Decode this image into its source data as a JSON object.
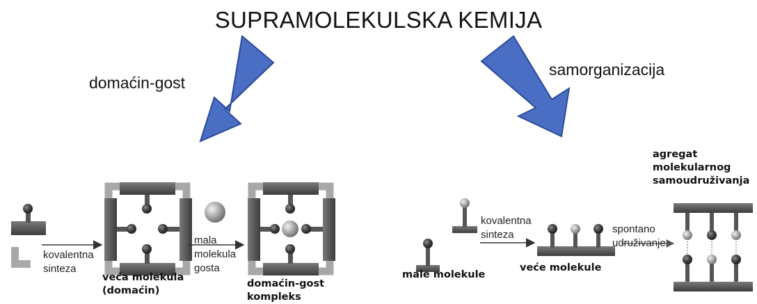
{
  "title": "SUPRAMOLEKULSKA KEMIJA",
  "branches": {
    "left": "domaćin-gost",
    "right": "samorganizacija"
  },
  "left_scheme": {
    "step1": [
      "kovalentna",
      "sinteza"
    ],
    "host_label": [
      "veća molekula",
      "(domaćin)"
    ],
    "step2": [
      "mala",
      "molekula",
      "gosta"
    ],
    "complex_label": [
      "domaćin-gost",
      "kompleks"
    ]
  },
  "right_scheme": {
    "small_label": "male molekule",
    "step1": [
      "kovalentna",
      "sinteza"
    ],
    "larger_label": "veće molekule",
    "step2": [
      "spontano",
      "udruživanje"
    ],
    "aggregate_label": [
      "agregat",
      "molekularnog",
      "samoudruživanja"
    ]
  },
  "colors": {
    "arrow_fill": "#4a6ec3",
    "arrow_stroke": "#2a4a98",
    "block_dark": "#5a5a5a",
    "block_light": "#a8a8a8"
  }
}
